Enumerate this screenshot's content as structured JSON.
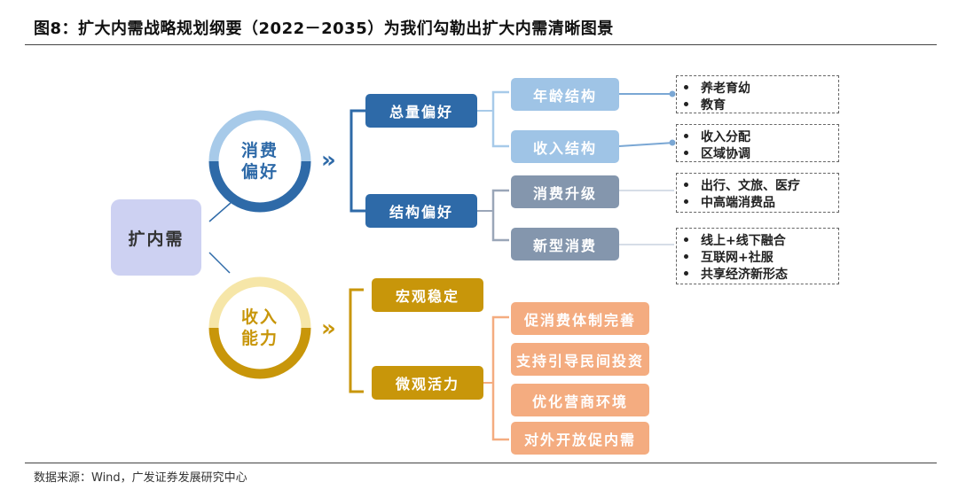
{
  "title": "图8：扩大内需战略规划纲要（2022－2035）为我们勾勒出扩大内需清晰图景",
  "source": "数据来源：Wind，广发证券发展研究中心",
  "root": {
    "label": "扩内需"
  },
  "top_ring": {
    "label": "消费\n偏好"
  },
  "bottom_ring": {
    "label": "收入\n能力"
  },
  "chevron": "»",
  "top_l1": [
    {
      "label": "总量偏好"
    },
    {
      "label": "结构偏好"
    }
  ],
  "top_l2": [
    {
      "label": "年龄结构"
    },
    {
      "label": "收入结构"
    },
    {
      "label": "消费升级"
    },
    {
      "label": "新型消费"
    }
  ],
  "lists": [
    {
      "items": [
        "养老育幼",
        "教育"
      ]
    },
    {
      "items": [
        "收入分配",
        "区域协调"
      ]
    },
    {
      "items": [
        "出行、文旅、医疗",
        "中高端消费品"
      ]
    },
    {
      "items": [
        "线上+线下融合",
        "互联网+社服",
        "共享经济新形态"
      ]
    }
  ],
  "bottom_l1": [
    {
      "label": "宏观稳定"
    },
    {
      "label": "微观活力"
    }
  ],
  "bottom_l2": [
    {
      "label": "促消费体制完善"
    },
    {
      "label": "支持引导民间投资"
    },
    {
      "label": "优化营商环境"
    },
    {
      "label": "对外开放促内需"
    }
  ],
  "colors": {
    "blue_dark": "#2e6aa8",
    "blue_light": "#9fc4e6",
    "gray_blue": "#8496ad",
    "gold": "#c8960a",
    "gold_light": "#f6e6a8",
    "salmon": "#f4ac80",
    "lavender": "#cdd1f2"
  }
}
